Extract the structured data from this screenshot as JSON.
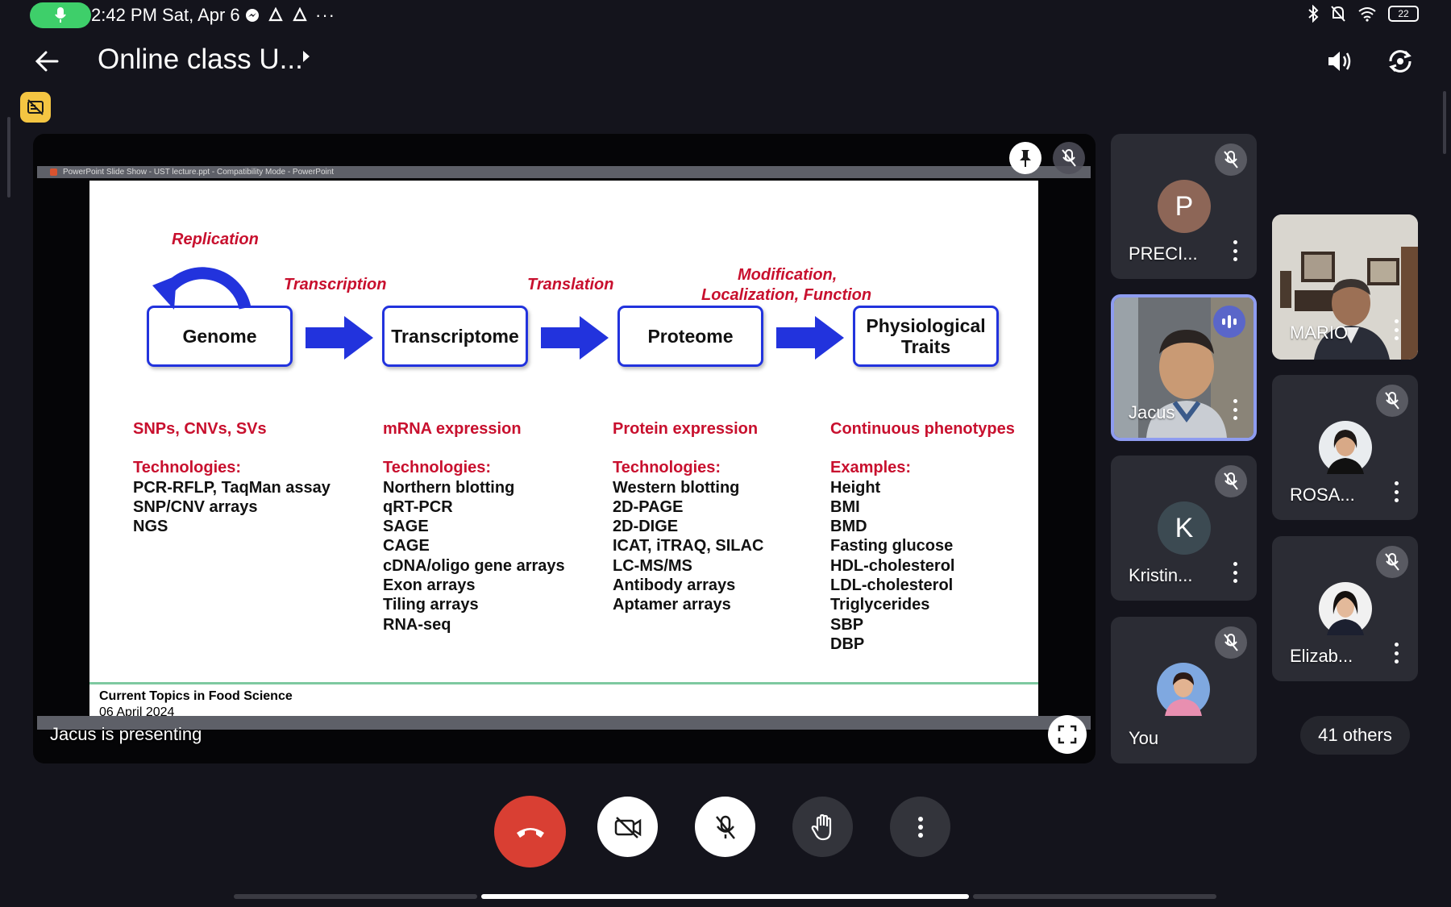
{
  "status_bar": {
    "time_date": "2:42 PM Sat, Apr 6",
    "battery": "22",
    "icons": [
      "mic-active-icon",
      "messenger-icon",
      "sync-icon",
      "sync-icon",
      "more-dots-icon",
      "bluetooth-icon",
      "bell-off-icon",
      "wifi-icon",
      "battery-icon"
    ]
  },
  "header": {
    "title": "Online class U...",
    "back_icon": "arrow-left-icon",
    "volume_icon": "speaker-icon",
    "switch_camera_icon": "camera-rotate-icon"
  },
  "slide": {
    "window_title": "PowerPoint Slide Show  -  UST lecture.ppt  -  Compatibility Mode - PowerPoint",
    "replication": "Replication",
    "transcription": "Transcription",
    "translation": "Translation",
    "modification": "Modification,",
    "localization": "Localization, Function",
    "boxes": [
      "Genome",
      "Transcriptome",
      "Proteome",
      "Physiological Traits"
    ],
    "columns": [
      {
        "heading": "SNPs, CNVs, SVs",
        "subheading": "Technologies:",
        "items": [
          "PCR-RFLP, TaqMan assay",
          "SNP/CNV arrays",
          "NGS"
        ]
      },
      {
        "heading": "mRNA expression",
        "subheading": "Technologies:",
        "items": [
          "Northern blotting",
          "qRT-PCR",
          "SAGE",
          "CAGE",
          "cDNA/oligo gene arrays",
          "Exon arrays",
          "Tiling arrays",
          "RNA-seq"
        ]
      },
      {
        "heading": "Protein expression",
        "subheading": "Technologies:",
        "items": [
          "Western blotting",
          "2D-PAGE",
          "2D-DIGE",
          "ICAT, iTRAQ, SILAC",
          "LC-MS/MS",
          "Antibody arrays",
          "Aptamer arrays"
        ]
      },
      {
        "heading": "Continuous phenotypes",
        "subheading": "Examples:",
        "items": [
          "Height",
          "BMI",
          "BMD",
          "Fasting glucose",
          "HDL-cholesterol",
          "LDL-cholesterol",
          "Triglycerides",
          "SBP",
          "DBP"
        ]
      }
    ],
    "footer_title": "Current Topics in Food Science",
    "footer_date": "06 April 2024"
  },
  "stage": {
    "presenting_text": "Jacus is presenting"
  },
  "participants": [
    {
      "name": "PRECI...",
      "initial": "P",
      "avatar_color": "#8d6657",
      "muted": true
    },
    {
      "name": "Jacus",
      "speaking": true
    },
    {
      "name": "Kristin...",
      "initial": "K",
      "avatar_color": "#3c4a52",
      "muted": true
    },
    {
      "name": "You",
      "muted": true
    },
    {
      "name": "MARIO"
    },
    {
      "name": "ROSA...",
      "muted": true
    },
    {
      "name": "Elizab...",
      "muted": true
    }
  ],
  "others_label": "41 others",
  "controls": {
    "leave_icon": "phone-hangup-icon",
    "camera_icon": "camera-off-icon",
    "mic_icon": "mic-off-icon",
    "hand_icon": "raise-hand-icon",
    "more_icon": "more-vertical-icon"
  },
  "colors": {
    "background": "#14141c",
    "tile": "#2b2c34",
    "leave_red": "#d93f33",
    "slide_red": "#c8102e",
    "slide_blue": "#2233dd",
    "highlight_tile_border": "#8e9cf0"
  }
}
